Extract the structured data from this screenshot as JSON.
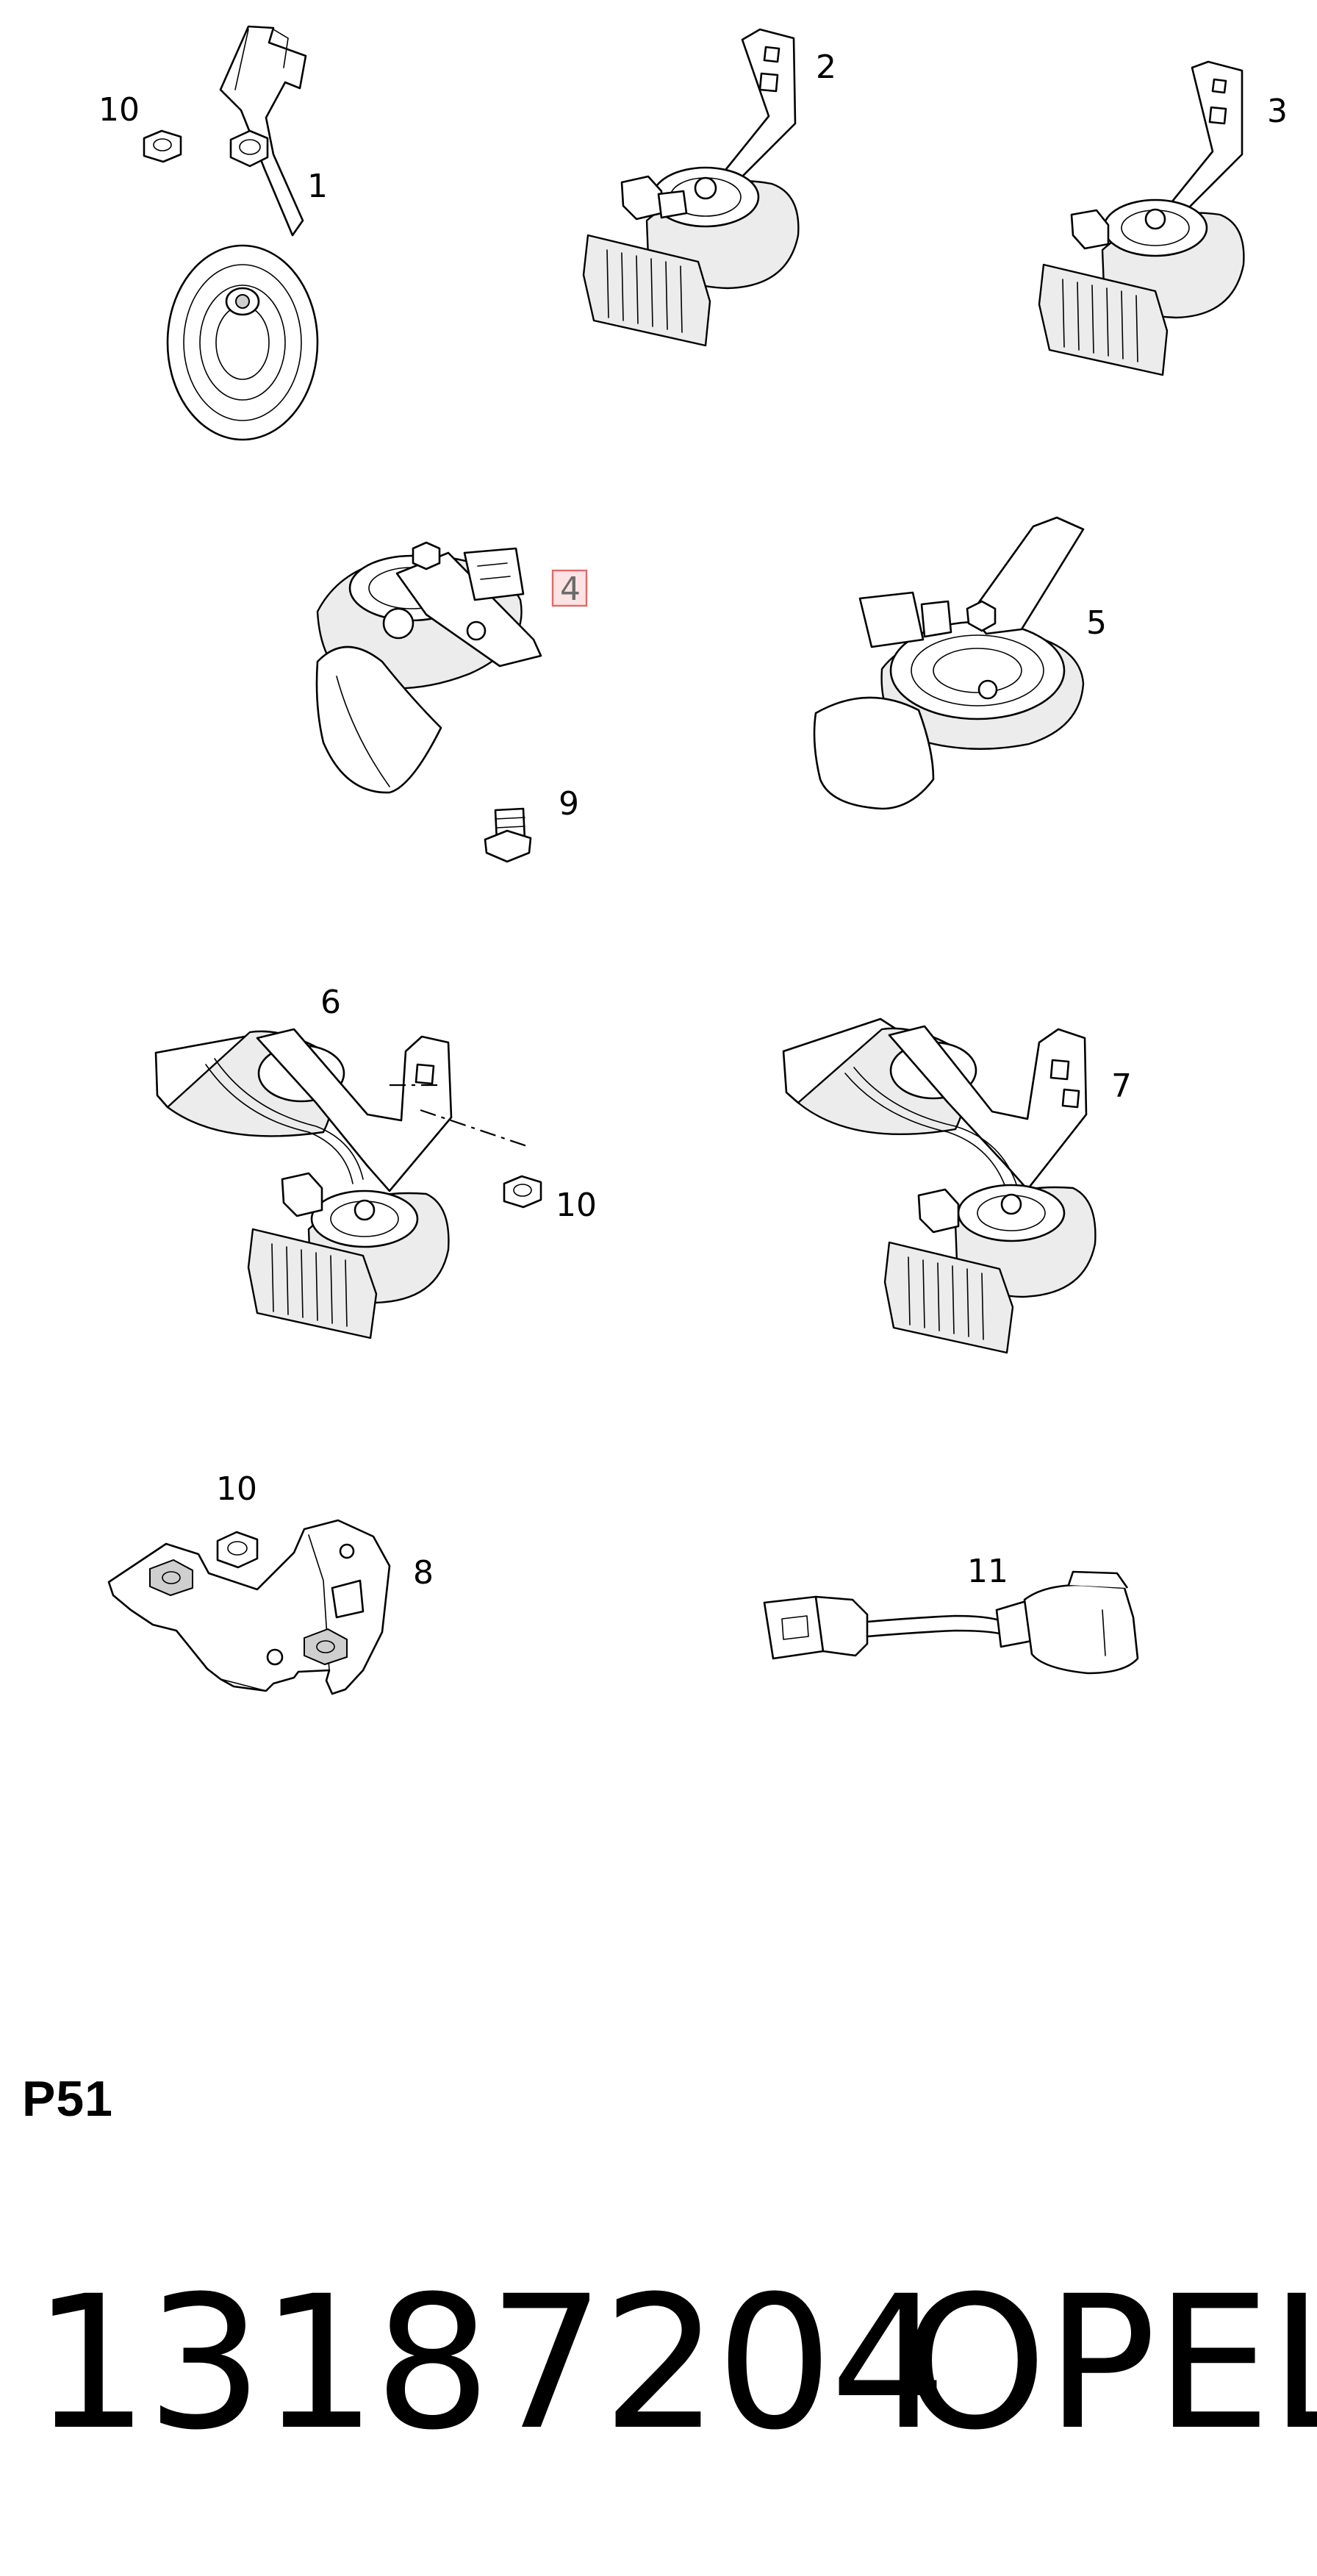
{
  "diagram": {
    "callouts": {
      "c1": "1",
      "c2": "2",
      "c3": "3",
      "c4": "4",
      "c5": "5",
      "c6": "6",
      "c7": "7",
      "c8": "8",
      "c9": "9",
      "c11": "11",
      "c10a": "10",
      "c10b": "10",
      "c10c": "10"
    },
    "highlighted_callout": "4",
    "highlight_color": "#e06a6a"
  },
  "footer": {
    "code": "P51",
    "part_number": "13187204",
    "brand": "OPEL"
  }
}
